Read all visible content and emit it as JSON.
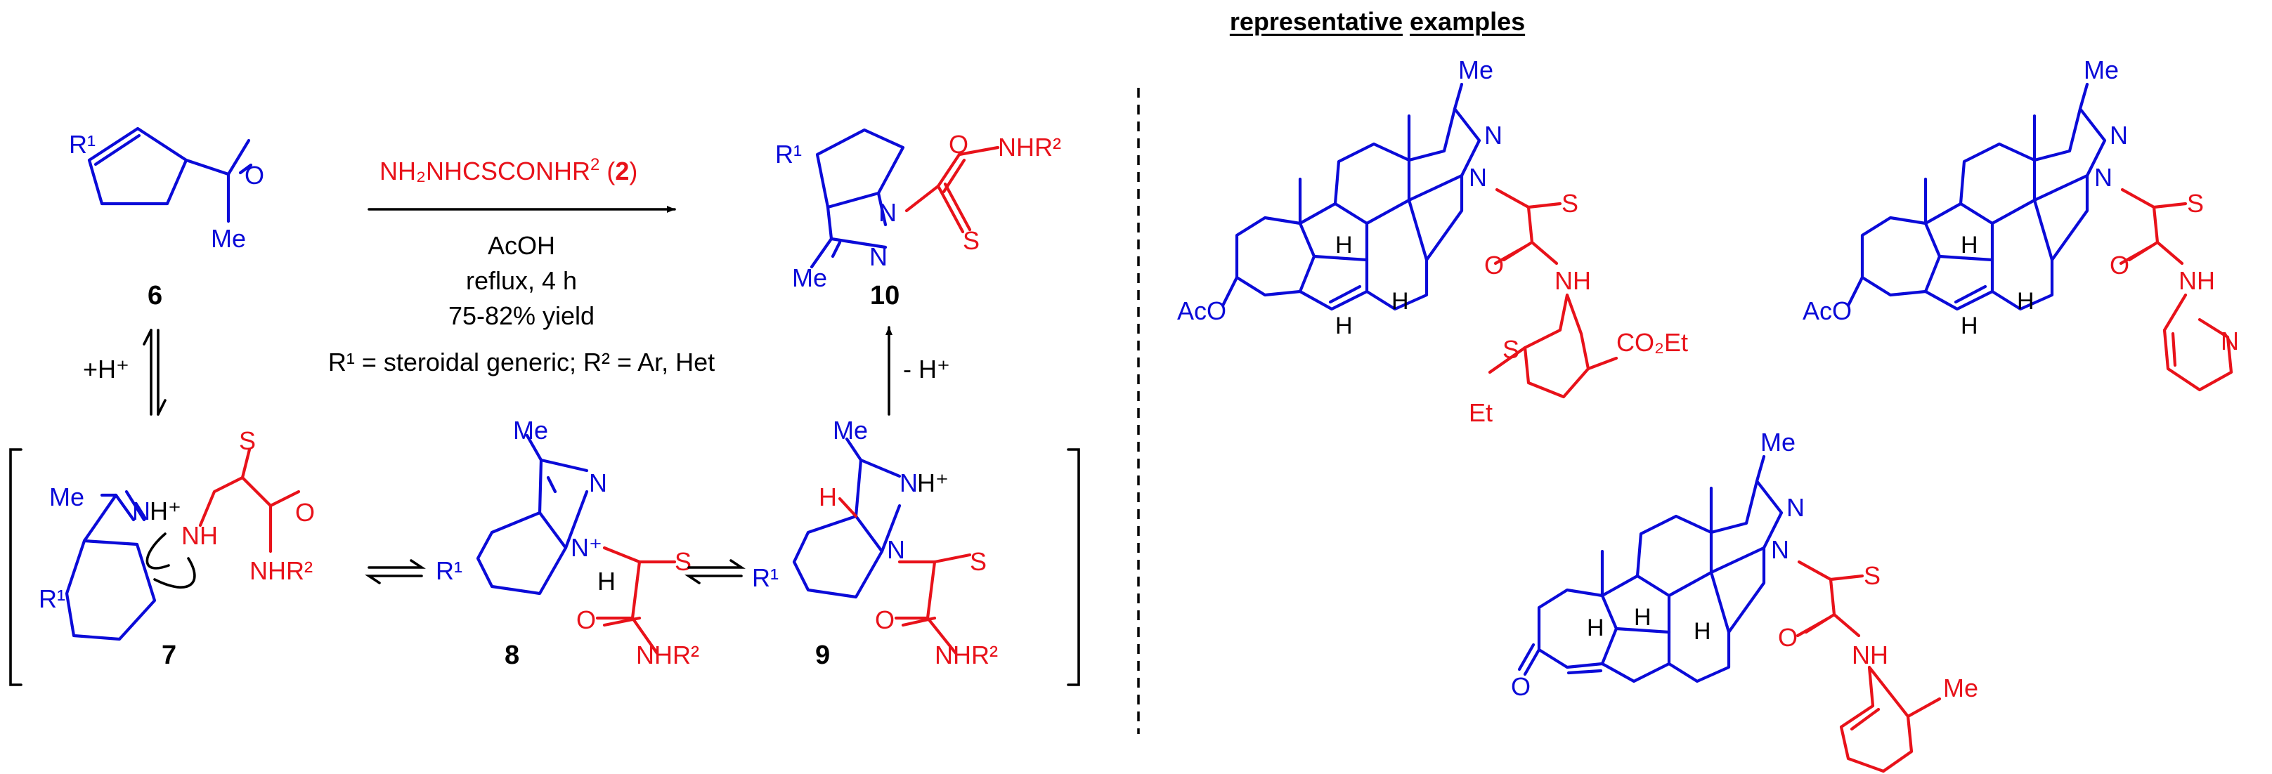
{
  "heading": {
    "word1": "representative",
    "word2": "examples"
  },
  "reaction": {
    "reagent_prefix": "NH₂NHCSCONHR",
    "reagent_sup": "2",
    "reagent_num": "2",
    "solvent": "AcOH",
    "conditions": "reflux, 4 h",
    "yield": "75-82% yield",
    "r_groups": "R¹ = steroidal generic; R² = Ar, Het",
    "protonation": "+H⁺",
    "deprotonation": "- H⁺"
  },
  "compounds": {
    "c6": "6",
    "c7": "7",
    "c8": "8",
    "c9": "9",
    "c10": "10"
  },
  "atoms": {
    "R1": "R¹",
    "Me": "Me",
    "O": "O",
    "S": "S",
    "N": "N",
    "H": "H",
    "NHR2": "NHR²",
    "NH": "NH",
    "NH_plus": "NH⁺",
    "H_plus": "H⁺",
    "N_plus": "N⁺",
    "AcO": "AcO",
    "CO2Et": "CO₂Et",
    "Et": "Et"
  },
  "colors": {
    "substrate": "#0b0bd8",
    "reagent": "#e8121a",
    "text": "#000000"
  }
}
